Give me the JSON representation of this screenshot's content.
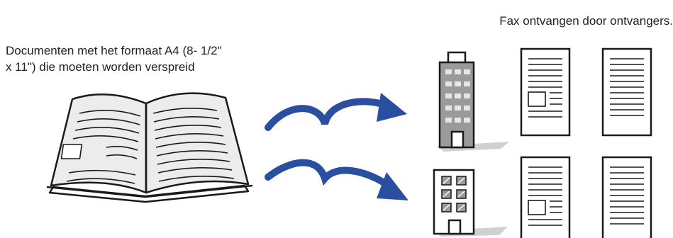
{
  "recipients_label": "Fax ontvangen door ontvangers.",
  "document_label_line1": "Documenten met het formaat A4 (8- 1/2\"",
  "document_label_line2": "x 11\") die moeten worden verspreid",
  "colors": {
    "arrow": "#2b4fa0",
    "outline": "#1a1a1a",
    "building": "#9a9a9a",
    "shadow": "#d0d0d0"
  },
  "icons": [
    "open-book-icon",
    "send-arrow-icon",
    "office-building-icon",
    "apartment-building-icon",
    "fax-page-icon"
  ]
}
